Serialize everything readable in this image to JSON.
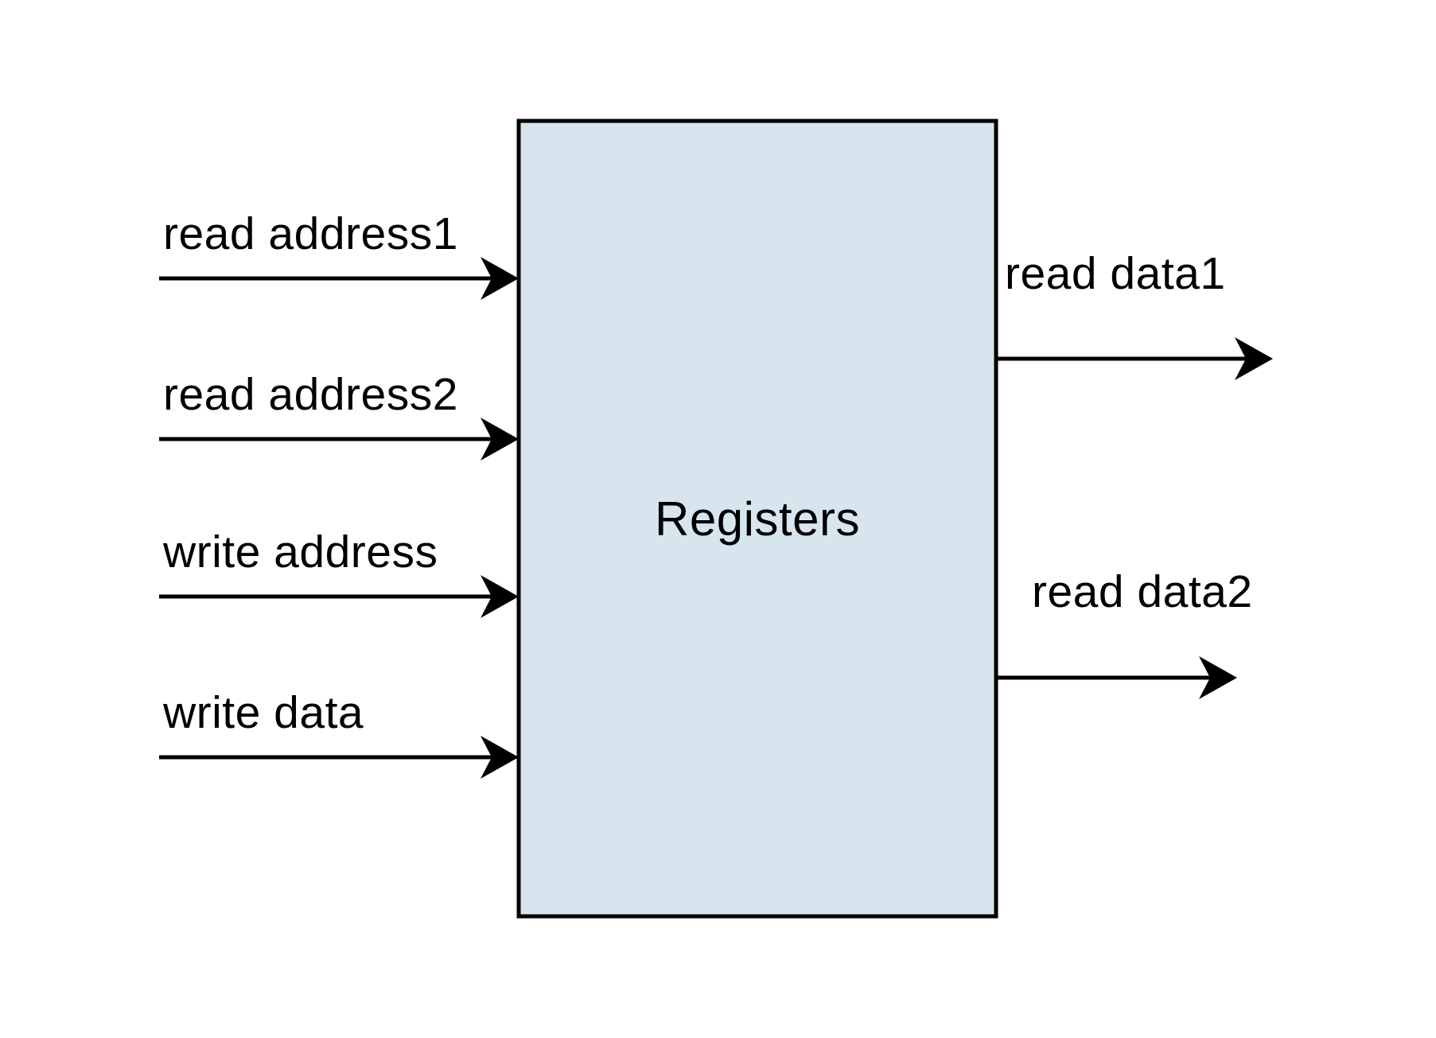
{
  "diagram": {
    "background_color": "#ffffff",
    "block": {
      "label": "Registers",
      "fill_color": "#d7e5ee",
      "border_color": "#000000"
    },
    "inputs": [
      {
        "label": "read address1"
      },
      {
        "label": "read address2"
      },
      {
        "label": "write address"
      },
      {
        "label": "write data"
      }
    ],
    "outputs": [
      {
        "label": "read data1"
      },
      {
        "label": "read data2"
      }
    ],
    "arrow_color": "#000000",
    "text_color": "#000000"
  }
}
